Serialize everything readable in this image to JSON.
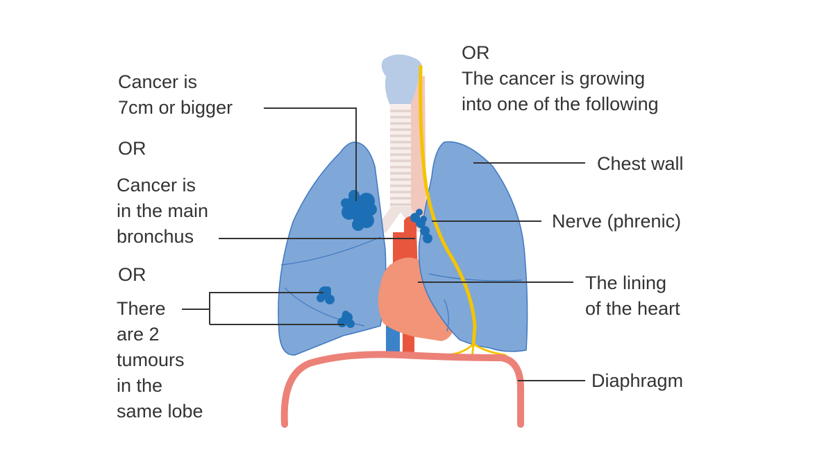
{
  "labels": {
    "left": {
      "size_lines": [
        "Cancer is",
        "7cm or bigger"
      ],
      "or_1": "OR",
      "bronchus_lines": [
        "Cancer is",
        "in the main",
        "bronchus"
      ],
      "or_2": "OR",
      "tumours_lines": [
        "There",
        "are 2",
        "tumours",
        "in the",
        "same lobe"
      ]
    },
    "right": {
      "or_top": "OR",
      "growing_lines": [
        "The cancer is growing",
        "into one of the following"
      ],
      "chest_wall": "Chest wall",
      "nerve": "Nerve (phrenic)",
      "heart_lining_lines": [
        "The lining",
        "of the heart"
      ],
      "diaphragm": "Diaphragm"
    }
  },
  "colors": {
    "lung_fill": "#7fa7d8",
    "lung_outline": "#3f78c0",
    "tumour": "#1d6fb5",
    "heart": "#f29478",
    "aorta": "#e8563e",
    "vena_cava": "#3c82c8",
    "trachea_rings": "#e8dcd8",
    "esophagus": "#f2c8bc",
    "larynx": "#b7cbe6",
    "nerve": "#f5c400",
    "diaphragm": "#ec8178",
    "leader_line": "#333333",
    "text": "#333333"
  }
}
